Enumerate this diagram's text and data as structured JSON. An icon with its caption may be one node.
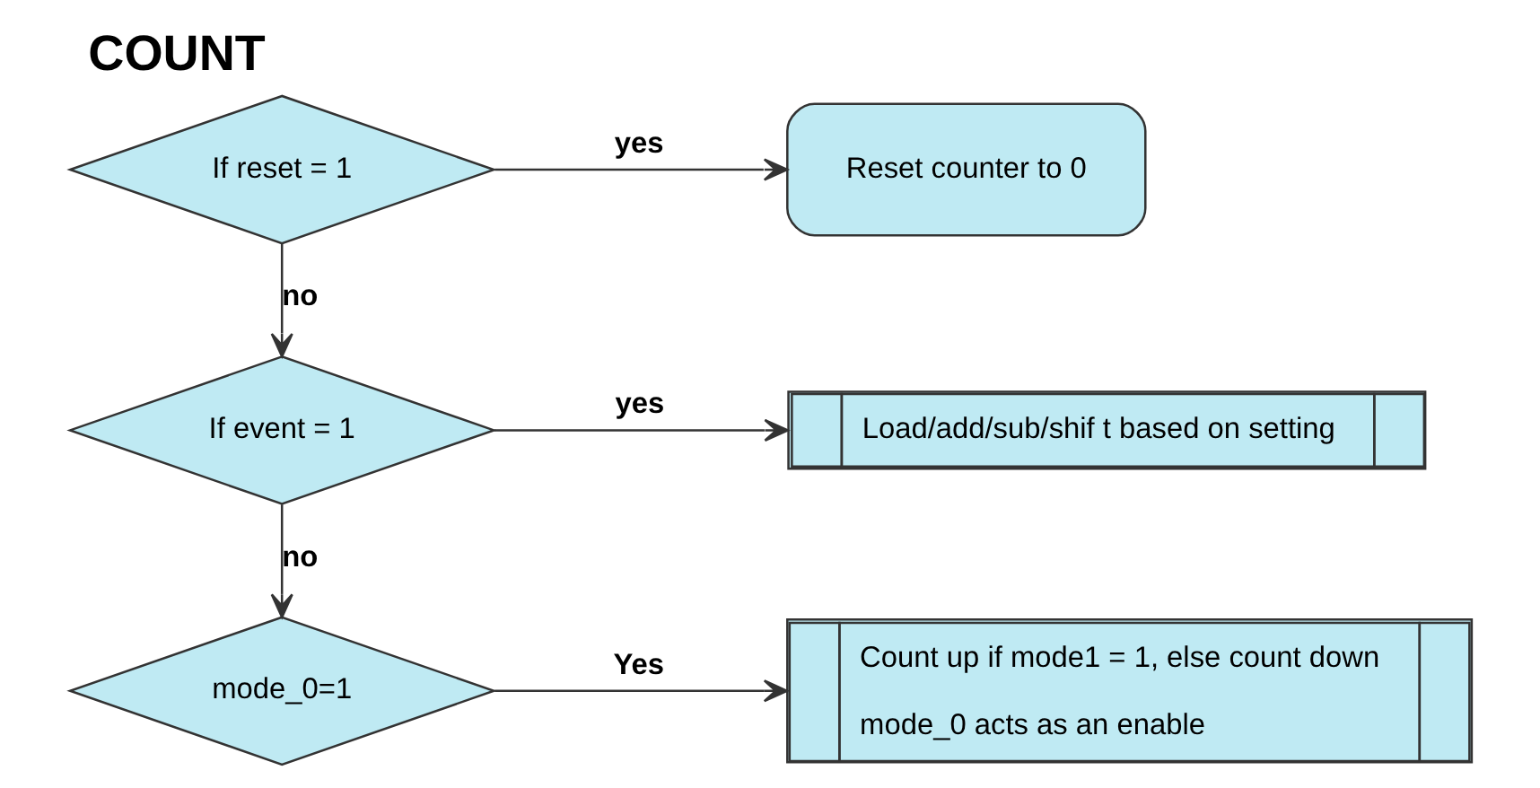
{
  "diagram": {
    "title": "COUNT",
    "nodes": [
      {
        "text": [
          "If reset = 1"
        ]
      },
      {
        "text": [
          "Reset counter to 0"
        ]
      },
      {
        "text": [
          "If event = 1"
        ]
      },
      {
        "text": [
          "Load/add/sub/shif t based on setting"
        ]
      },
      {
        "text": [
          "mode_0=1"
        ]
      },
      {
        "text": [
          "Count up if mode1 = 1, else count down",
          "mode_0 acts as an enable"
        ]
      }
    ],
    "edges": [
      {
        "from": 0,
        "to": 1,
        "arrow": "to",
        "label": "yes"
      },
      {
        "from": 0,
        "to": 2,
        "arrow": "to",
        "label": "no"
      },
      {
        "from": 2,
        "to": 3,
        "arrow": "to",
        "label": "yes"
      },
      {
        "from": 2,
        "to": 4,
        "arrow": "to",
        "label": "no"
      },
      {
        "from": 4,
        "to": 5,
        "arrow": "to",
        "label": "Yes"
      }
    ]
  }
}
